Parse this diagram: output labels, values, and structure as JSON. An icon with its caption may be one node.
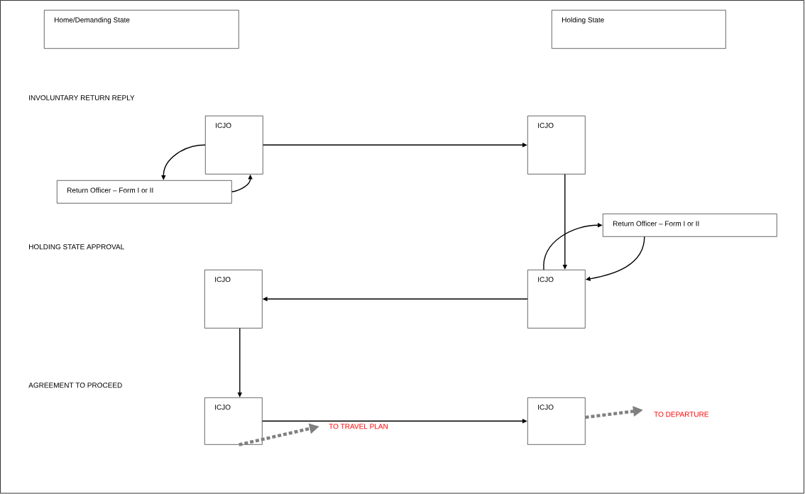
{
  "diagram": {
    "nodes": [
      {
        "text": [
          "Home/Demanding State"
        ]
      },
      {
        "text": [
          "Holding State"
        ]
      },
      {
        "text": [
          "ICJO"
        ]
      },
      {
        "text": [
          "ICJO"
        ]
      },
      {
        "text": [
          "Return Officer – Form I or II"
        ]
      },
      {
        "text": [
          "Return Officer – Form I or II"
        ]
      },
      {
        "text": [
          "ICJO"
        ]
      },
      {
        "text": [
          "ICJO"
        ]
      },
      {
        "text": [
          "ICJO"
        ]
      },
      {
        "text": [
          "ICJO"
        ]
      },
      {
        "text": [
          "TO TRAVEL PLAN"
        ]
      },
      {
        "text": [
          "TO DEPARTURE"
        ]
      }
    ],
    "edges": [
      {
        "from": 2,
        "to": 3,
        "arrow": "to"
      },
      {
        "from": 2,
        "to": 4,
        "arrow": "to"
      },
      {
        "from": 4,
        "to": 2,
        "arrow": "to"
      },
      {
        "from": 3,
        "to": 6,
        "arrow": "to"
      },
      {
        "from": 6,
        "to": 5,
        "arrow": "to"
      },
      {
        "from": 5,
        "to": 6,
        "arrow": "to"
      },
      {
        "from": 6,
        "to": 7,
        "arrow": "to"
      },
      {
        "from": 7,
        "to": 8,
        "arrow": "to"
      },
      {
        "from": 8,
        "to": 9,
        "arrow": "to"
      },
      {
        "from": 8,
        "to": 10,
        "arrow": "to",
        "style": "dashed",
        "color": "#808080"
      },
      {
        "from": 9,
        "to": 11,
        "arrow": "to",
        "style": "dashed",
        "color": "#808080"
      }
    ],
    "labels": [
      "INVOLUNTARY RETURN REPLY",
      "HOLDING STATE APPROVAL",
      "AGREEMENT TO PROCEED"
    ]
  }
}
